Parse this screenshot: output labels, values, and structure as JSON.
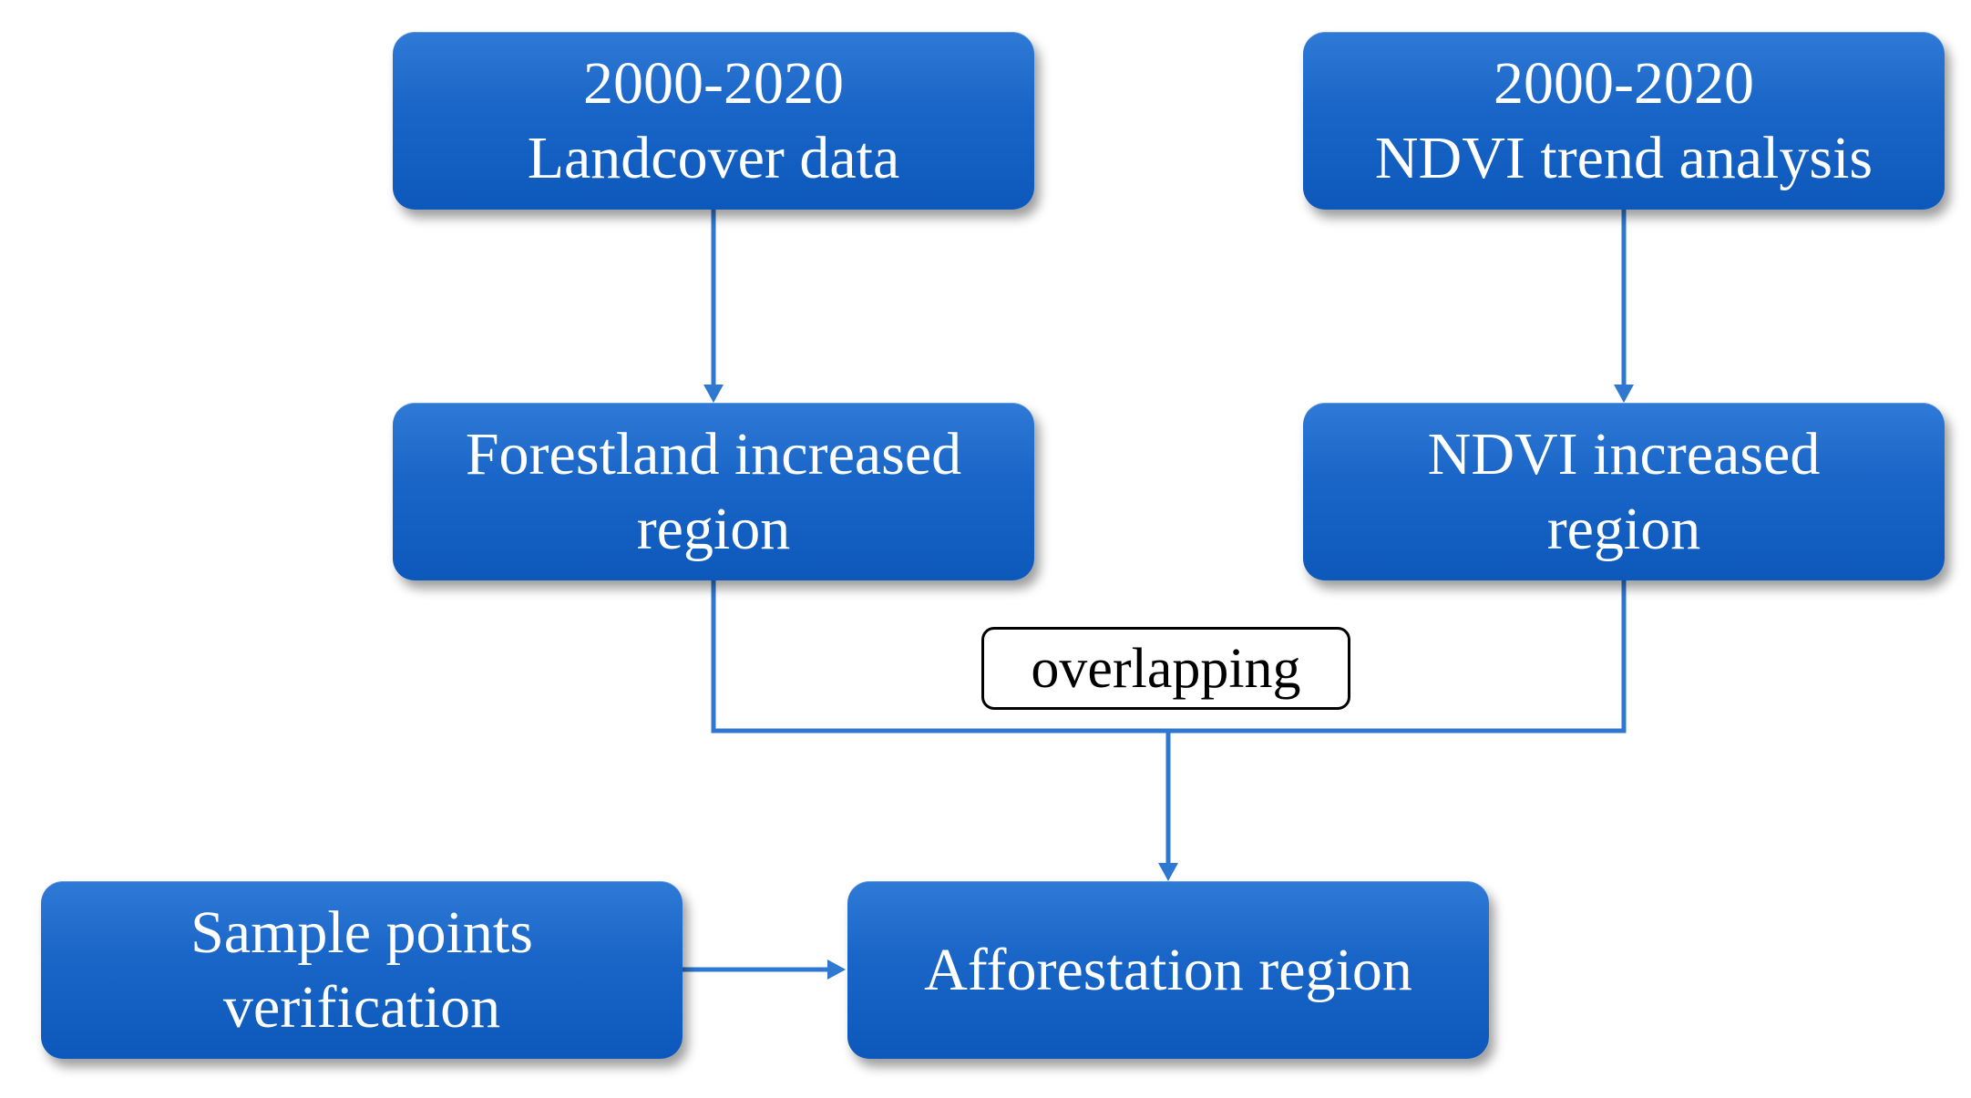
{
  "boxes": {
    "landcover": {
      "line1": "2000-2020",
      "line2": "Landcover data"
    },
    "ndvi_trend": {
      "line1": "2000-2020",
      "line2": "NDVI trend analysis"
    },
    "forestland": {
      "line1": "Forestland increased",
      "line2": "region"
    },
    "ndvi_increased": {
      "line1": "NDVI increased",
      "line2": "region"
    },
    "sample_points": {
      "line1": "Sample points",
      "line2": "verification"
    },
    "afforestation": {
      "line1": "Afforestation region"
    }
  },
  "overlap_label": "overlapping",
  "colors": {
    "box_fill": "#1a66c8",
    "connector": "#2f78d1",
    "label_border": "#000000"
  }
}
